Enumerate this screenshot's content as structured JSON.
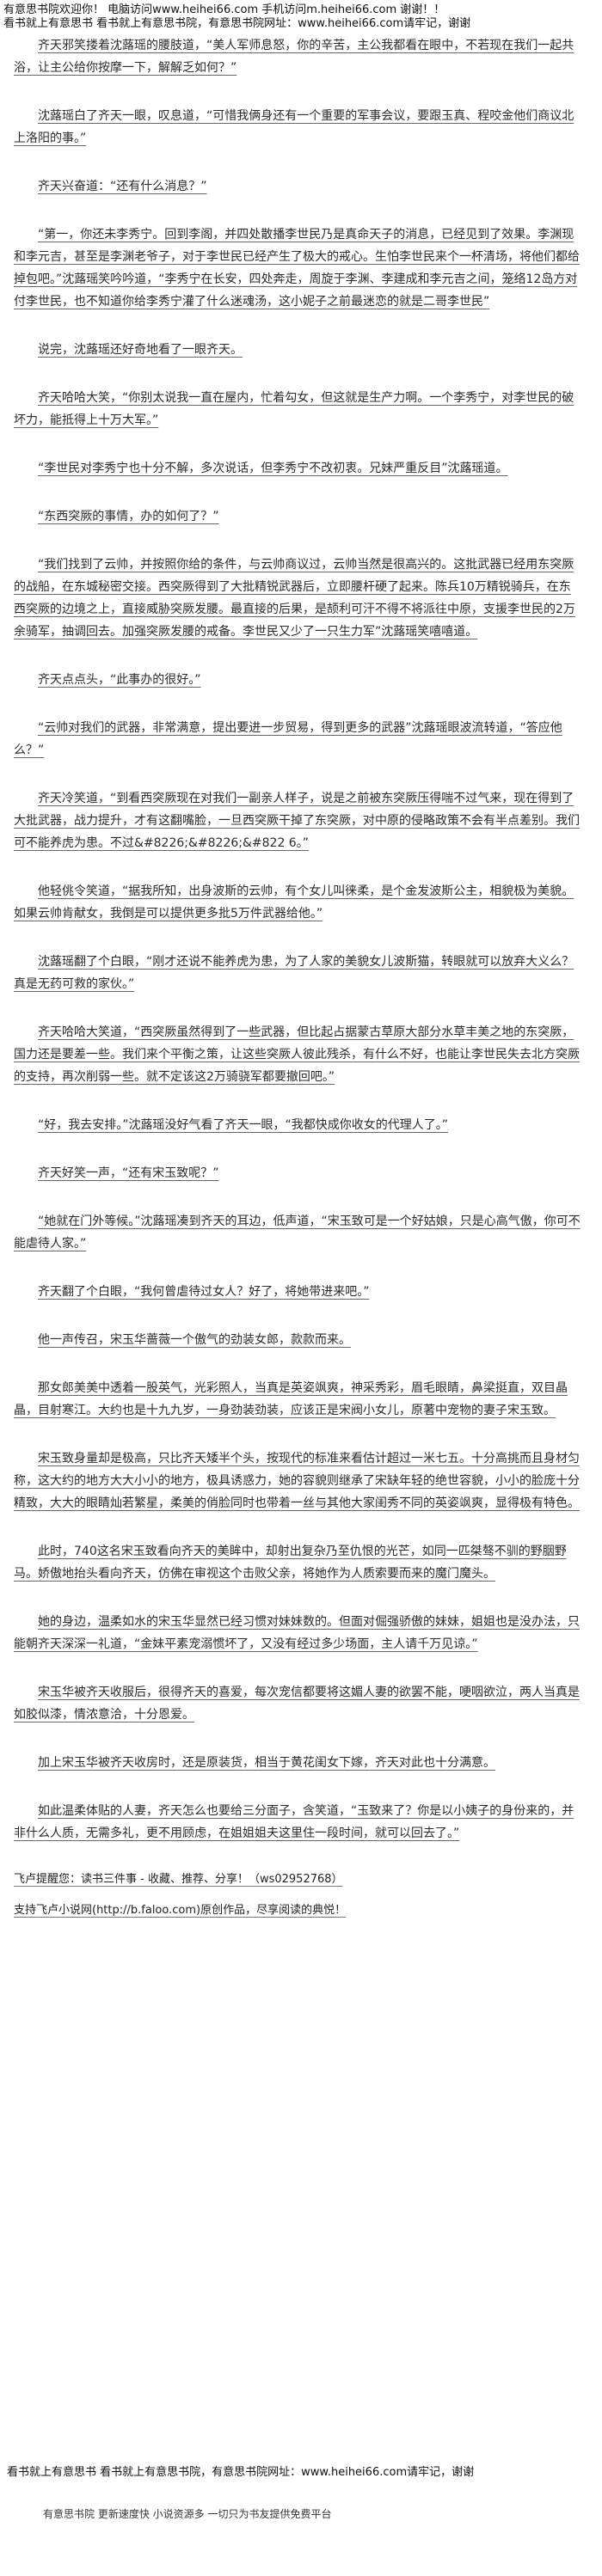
{
  "header": {
    "line1": "有意思书院欢迎你！ 电脑访问www.heihei66.com  手机访问m.heihei66.com  谢谢！！",
    "line2": "看书就上有意思书 看书就上有意思书院，有意思书院网址：www.heihei66.com请牢记，谢谢"
  },
  "paragraphs": [
    "齐天邪笑搂着沈蕗瑶的腰肢道，“美人军师息怒，你的辛苦，主公我都看在眼中，不若现在我们一起共浴，让主公给你按摩一下，解解乏如何？”",
    "沈蕗瑶白了齐天一眼，叹息道，“可惜我俩身还有一个重要的军事会议，要跟玉真、程咬金他们商议北上洛阳的事。”",
    "齐天兴奋道：“还有什么消息？”",
    "“第一，你还未李秀宁。回到李阁，并四处散播李世民乃是真命天子的消息，已经见到了效果。李渊现和李元吉，甚至是李渊老爷子，对于李世民已经产生了极大的戒心。生怕李世民来个一杯清场，将他们都给掉包吧。”沈蕗瑶笑吟吟道，“李秀宁在长安，四处奔走，周旋于李渊、李建成和李元吉之间，笼络12岛方对付李世民，也不知道你给李秀宁灌了什么迷魂汤，这小妮子之前最迷恋的就是二哥李世民”",
    "说完，沈蕗瑶还好奇地看了一眼齐天。",
    "齐天哈哈大笑，“你别太说我一直在屋内，忙着勾女，但这就是生产力啊。一个李秀宁，对李世民的破坏力，能抵得上十万大军。”",
    "“李世民对李秀宁也十分不解，多次说话，但李秀宁不改初衷。兄妹严重反目”沈蕗瑶道。",
    "“东西突厥的事情，办的如何了？”",
    "“我们找到了云帅，并按照你给的条件，与云帅商议过，云帅当然是很高兴的。这批武器已经用东突厥的战船，在东城秘密交接。西突厥得到了大批精锐武器后，立即腰杆硬了起来。陈兵10万精锐骑兵，在东西突厥的边境之上，直接威胁突厥发腰。最直接的后果，是颉利可汗不得不将派往中原，支援李世民的2万余骑军，抽调回去。加强突厥发腰的戒备。李世民又少了一只生力军”沈蕗瑶笑嘻嘻道。",
    "齐天点点头，“此事办的很好。”",
    "“云帅对我们的武器，非常满意，提出要进一步贸易，得到更多的武器”沈蕗瑶眼波流转道，“答应他么？”",
    "齐天冷笑道，“到看西突厥现在对我们一副亲人样子，说是之前被东突厥压得喘不过气来，现在得到了大批武器，战力提升，才有这翻嘴脸，一旦西突厥干掉了东突厥，对中原的侵略政策不会有半点差别。我们可不能养虎为患。不过&#8226;&#8226;&#822 6。”",
    "他轻佻令笑道，“据我所知，出身波斯的云帅，有个女儿叫徕柔，是个金发波斯公主，相貌极为美貌。如果云帅肯献女，我倒是可以提供更多批5万件武器给他。”",
    "沈蕗瑶翻了个白眼，“刚才还说不能养虎为患，为了人家的美貌女儿波斯猫，转眼就可以放弃大义么？真是无药可救的家伙。”",
    "齐天哈哈大笑道，“西突厥虽然得到了一些武器，但比起占据蒙古草原大部分水草丰美之地的东突厥，国力还是要差一些。我们来个平衡之策，让这些突厥人彼此残杀，有什么不好，也能让李世民失去北方突厥的支持，再次削弱一些。就不定该这2万骑骁军都要撤回吧。”",
    "“好，我去安排。”沈蕗瑶没好气看了齐天一眼，“我都快成你收女的代理人了。”",
    "齐天好笑一声，“还有宋玉致呢？”",
    "“她就在门外等候。”沈蕗瑶凑到齐天的耳边，低声道，“宋玉致可是一个好姑娘，只是心高气傲，你可不能虐待人家。”",
    "齐天翻了个白眼，“我何曾虐待过女人？好了，将她带进来吧。”",
    "他一声传召，宋玉华蔷薇一个傲气的劲装女郎，款款而来。",
    "那女郎美美中透着一股英气，光彩照人，当真是英姿飒爽，神采秀彩，眉毛眼睛，鼻梁挺直，双目晶晶，目射寒江。大约也是十九九岁，一身劲装劲装，应该正是宋阀小女儿，原著中宠物的妻子宋玉致。",
    "宋玉致身量却是极高，只比齐天矮半个头，按现代的标准来看估计超过一米七五。十分高挑而且身材匀称，这大约的地方大大小小的地方，极具诱惑力，她的容貌则继承了宋缺年轻的绝世容貌，小小的脸庞十分精致，大大的眼睛灿若繁星，柔美的俏脸同时也带着一丝与其他大家闺秀不同的英姿飒爽，显得极有特色。",
    "此时，740这名宋玉致看向齐天的美眸中，却射出复杂乃至仇恨的光芒，如同一匹桀骜不驯的野胭野马。娇傲地抬头看向齐天，仿佛在审视这个击败父亲，将她作为人质索要而来的魔门魔头。",
    "她的身边，温柔如水的宋玉华显然已经习惯对妹妹数的。但面对倔强骄傲的妹妹，姐姐也是没办法，只能朝齐天深深一礼道，“金妹平素宠溺惯坏了，又没有经过多少场面，主人请千万见谅。”",
    "宋玉华被齐天收服后，很得齐天的喜爱，每次宠信都要将这媚人妻的欲罢不能，哽咽欲泣，两人当真是如胶似漆，情浓意洽，十分恩爱。",
    "加上宋玉华被齐天收房时，还是原装货，相当于黄花闺女下嫁，齐天对此也十分满意。",
    "如此温柔体贴的人妻，齐天怎么也要给三分面子，含笑道，“玉致来了？你是以小姨子的身份来的，并非什么人质，无需多礼，更不用顾虑，在姐姐姐夫这里住一段时间，就可以回去了。”"
  ],
  "footer_notes": [
    "飞卢提醒您：读书三件事 - 收藏、推荐、分享！（ws02952768）",
    "支持飞卢小说网(http://b.faloo.com)原创作品，尽享阅读的典悦！"
  ],
  "bottom": {
    "line": "看书就上有意思书 看书就上有意思书院，有意思书院网址：www.heihei66.com请牢记，谢谢",
    "banner": "有意思书院 更新速度快 小说资源多 一切只为书友提供免费平台"
  }
}
